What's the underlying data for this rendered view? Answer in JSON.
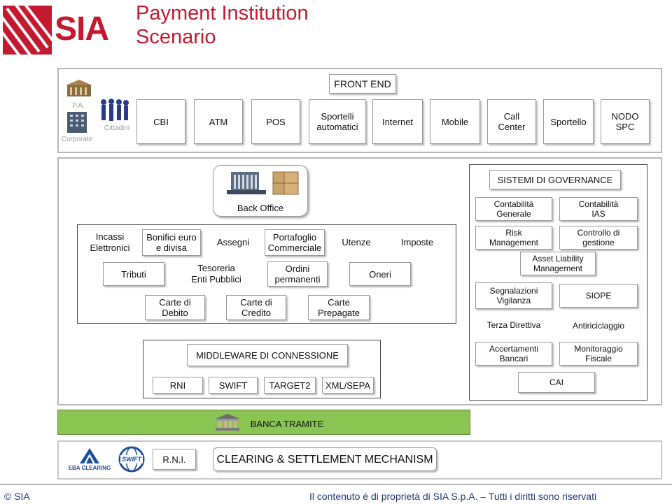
{
  "title": "Payment Institution\nScenario",
  "logo": {
    "text": "SIA",
    "color": "#c31a30"
  },
  "front": {
    "front_end": "FRONT END",
    "pa": "P.A.",
    "cittadini": "Cittadini",
    "corporate": "Corporate",
    "channels": [
      "CBI",
      "ATM",
      "POS",
      "Sportelli\nautomatici",
      "Internet",
      "Mobile",
      "Call\nCenter",
      "Sportello",
      "NODO\nSPC"
    ]
  },
  "back_office": {
    "label": "Back Office",
    "items": {
      "incassi": "Incassi\nElettronici",
      "bonifici": "Bonifici euro\ne divisa",
      "assegni": "Assegni",
      "portafoglio": "Portafoglio\nCommerciale",
      "utenze": "Utenze",
      "imposte": "Imposte",
      "tributi": "Tributi",
      "tesoreria": "Tesoreria\nEnti Pubblici",
      "ordini": "Ordini\npermanenti",
      "oneri": "Oneri",
      "carte_debito": "Carte di\nDebito",
      "carte_credito": "Carte di\nCredito",
      "carte_prepagate": "Carte\nPrepagate"
    }
  },
  "middleware": {
    "label": "MIDDLEWARE DI CONNESSIONE",
    "items": [
      "RNI",
      "SWIFT",
      "TARGET2",
      "XML/SEPA"
    ]
  },
  "governance": {
    "title": "SISTEMI DI GOVERNANCE",
    "items": {
      "contabilita_generale": "Contabilità\nGenerale",
      "contabilita_ias": "Contabilità\nIAS",
      "risk": "Risk\nManagement",
      "controllo": "Controllo di\ngestione",
      "asset": "Asset Liability\nManagement",
      "segnalazioni": "Segnalazioni\nVigilanza",
      "siope": "SIOPE",
      "terza": "Terza Direttiva",
      "antiriciclaggio": "Antiriciclaggio",
      "accertamenti": "Accertamenti\nBancari",
      "monitoraggio": "Monitoraggio\nFiscale",
      "cai": "CAI"
    }
  },
  "banca_tramite": {
    "label": "BANCA TRAMITE",
    "color": "#8ac453"
  },
  "clearing": {
    "eba": "EBA CLEARING",
    "swift_logo": "SWIFT",
    "rni": "R.N.I.",
    "label": "CLEARING & SETTLEMENT MECHANISM"
  },
  "footer": {
    "left": "© SIA",
    "right": "Il contenuto è di proprietà di SIA S.p.A. – Tutti i diritti sono riservati"
  }
}
